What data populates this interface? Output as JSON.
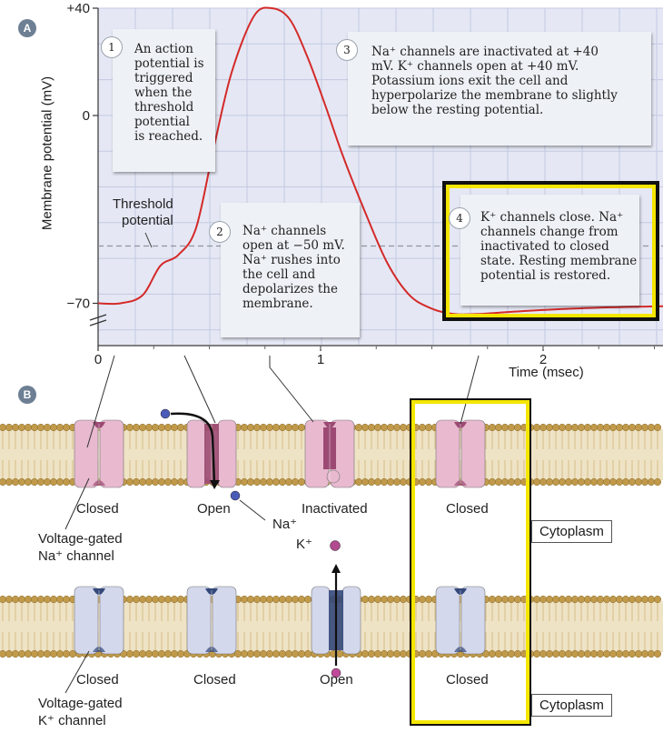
{
  "panels": {
    "a": "A",
    "b": "B"
  },
  "chart_data": {
    "type": "line",
    "ylabel": "Membrane potential (mV)",
    "xlabel": "Time (msec)",
    "y_ticks": [
      "+40",
      "0",
      "−70"
    ],
    "x_ticks": [
      "0",
      "1",
      "2"
    ],
    "threshold_label": [
      "Threshold",
      "potential"
    ],
    "threshold_mV": -50,
    "resting_mV": -70,
    "peak_mV": 40,
    "series": [
      {
        "x": [
          0.0,
          0.1,
          0.2,
          0.28,
          0.36,
          0.44,
          0.52,
          0.6,
          0.7,
          0.78,
          0.86,
          0.94,
          1.02,
          1.1,
          1.2,
          1.3,
          1.4,
          1.5,
          1.6,
          1.7,
          1.8,
          2.0,
          2.3,
          2.6
        ],
        "y": [
          -70,
          -70,
          -67,
          -56,
          -52,
          -42,
          -12,
          16,
          37,
          40,
          36,
          22,
          4,
          -15,
          -36,
          -55,
          -67,
          -72,
          -74,
          -74,
          -73.5,
          -72.5,
          -71.5,
          -71
        ]
      }
    ]
  },
  "callouts": [
    {
      "num": "1",
      "lines": [
        "An action",
        "potential is",
        "triggered",
        "when the",
        "threshold",
        "potential",
        "is reached."
      ]
    },
    {
      "num": "2",
      "lines": [
        "Na⁺ channels",
        "open at −50 mV.",
        "Na⁺ rushes into",
        "the cell and",
        "depolarizes the",
        "membrane."
      ]
    },
    {
      "num": "3",
      "lines": [
        "Na⁺ channels are inactivated at +40",
        "mV. K⁺ channels open at +40 mV.",
        "Potassium ions exit the cell and",
        "hyperpolarize the membrane to slightly",
        "below the resting potential."
      ]
    },
    {
      "num": "4",
      "lines": [
        "K⁺ channels close. Na⁺",
        "channels change from",
        "inactivated to closed",
        "state. Resting membrane",
        "potential is restored."
      ]
    }
  ],
  "na_channels": {
    "states": [
      "Closed",
      "Open",
      "Inactivated",
      "Closed"
    ],
    "name": [
      "Voltage-gated",
      "Na⁺ channel"
    ],
    "ion": "Na⁺",
    "color_body": "#e8b9cf",
    "color_core": "#9c4a74"
  },
  "k_channels": {
    "states": [
      "Closed",
      "Closed",
      "Open",
      "Closed"
    ],
    "name": [
      "Voltage-gated",
      "K⁺ channel"
    ],
    "ion": "K⁺",
    "color_body": "#d3d8ec",
    "color_core": "#34487a"
  },
  "cytoplasm": "Cytoplasm",
  "colors": {
    "highlight": "#f5e600",
    "curve": "#d42a2a",
    "plot_bg": "#e5e8f4",
    "membrane_head": "#c09a4a"
  }
}
